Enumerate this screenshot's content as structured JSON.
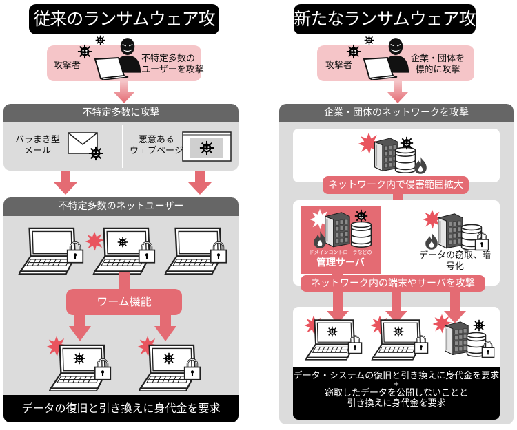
{
  "left": {
    "title": "従来のランサムウェア攻撃",
    "attacker_label": "攻撃者",
    "attacker_desc_line1": "不特定多数の",
    "attacker_desc_line2": "ユーザーを攻撃",
    "stage1_header": "不特定多数に攻撃",
    "vector1_line1": "バラまき型",
    "vector1_line2": "メール",
    "vector2_line1": "悪意ある",
    "vector2_line2": "ウェブページ",
    "stage2_header": "不特定多数のネットユーザー",
    "worm_label": "ワーム機能",
    "result": "データの復旧と引き換えに身代金を要求"
  },
  "right": {
    "title": "新たなランサムウェア攻撃",
    "attacker_label": "攻撃者",
    "attacker_desc_line1": "企業・団体を",
    "attacker_desc_line2": "標的に攻撃",
    "stage1_header": "企業・団体のネットワークを攻撃",
    "spread_label": "ネットワーク内で侵害範囲拡大",
    "admin_server_small": "ドメインコントローラなどの",
    "admin_server_label": "管理サーバ",
    "data_theft_label": "データの窃取、暗号化",
    "attack_label": "ネットワーク内の端末やサーバを攻撃",
    "result_line1": "データ・システムの復旧と引き換えに身代金を要求",
    "result_plus": "+",
    "result_line2": "窃取したデータを公開しないことと",
    "result_line3": "引き換えに身代金を要求"
  },
  "colors": {
    "accent_red": "#e46b73",
    "pink": "#f5c5c8",
    "header_gray": "#666666",
    "panel_gray": "#dcdcdc"
  }
}
